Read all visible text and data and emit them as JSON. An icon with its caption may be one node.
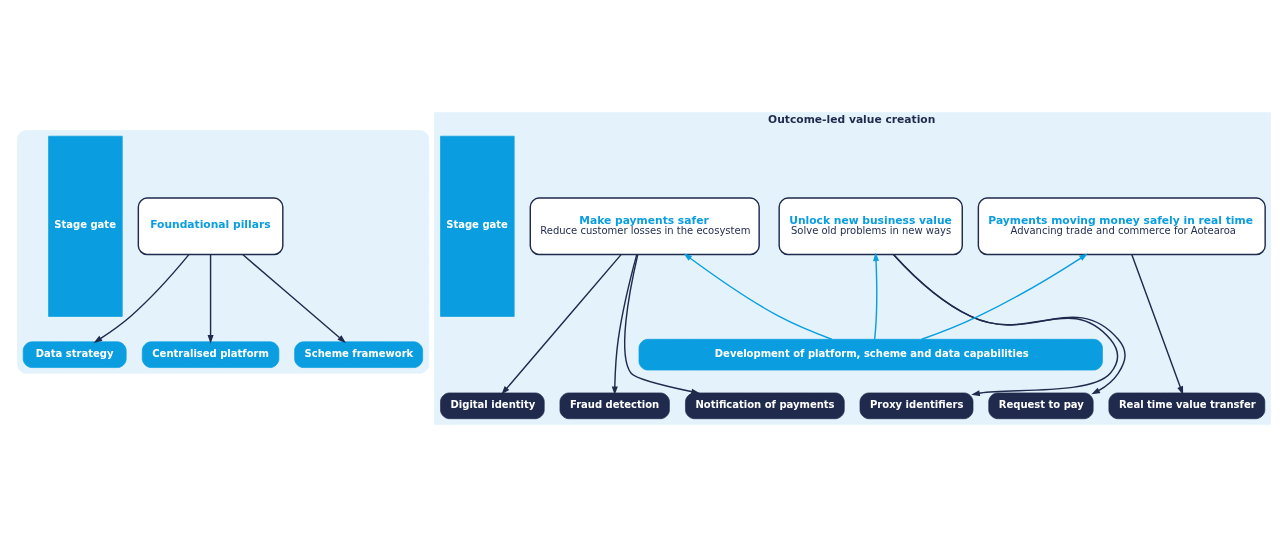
{
  "diagram": {
    "nodes": [
      {
        "text": [],
        "shape": "box"
      },
      {
        "text": [
          "Stage gate"
        ],
        "in": 0
      },
      {
        "text": [
          "Foundational pillars"
        ],
        "in": 0
      },
      {
        "text": [
          "Centralised platform"
        ],
        "in": 0
      },
      {
        "text": [
          "Scheme framework"
        ],
        "in": 0
      },
      {
        "text": [
          "Data strategy"
        ],
        "in": 0
      },
      {
        "text": [
          "Outcome-led value creation"
        ]
      },
      {
        "text": [
          "Stage gate"
        ],
        "in": 6
      },
      {
        "text": [
          "Make payments safer",
          "Reduce customer losses in the ecosystem"
        ],
        "in": 6
      },
      {
        "text": [
          "Unlock new business value",
          "Solve old problems in new ways"
        ],
        "in": 6
      },
      {
        "text": [
          "Payments moving money safely in real time",
          "Advancing trade and commerce for Aotearoa"
        ],
        "in": 6
      },
      {
        "text": [
          "Development of platform, scheme and data capabilities"
        ],
        "in": 6
      },
      {
        "text": [
          "Fraud detection"
        ],
        "in": 6
      },
      {
        "text": [
          "Notification of payments"
        ],
        "in": 6
      },
      {
        "text": [
          "Digital identity"
        ],
        "in": 6
      },
      {
        "text": [
          "Proxy identifiers"
        ],
        "in": 6
      },
      {
        "text": [
          "Request to pay"
        ],
        "in": 6
      },
      {
        "text": [
          "Real time value transfer"
        ],
        "in": 6
      }
    ],
    "edges": [
      {
        "from": 2,
        "to": 3,
        "arrow": "to"
      },
      {
        "from": 2,
        "to": 4,
        "arrow": "to"
      },
      {
        "from": 2,
        "to": 5,
        "arrow": "to"
      },
      {
        "from": 11,
        "to": 8,
        "arrow": "to",
        "color": "#0a9ee0"
      },
      {
        "from": 11,
        "to": 9,
        "arrow": "to",
        "color": "#0a9ee0"
      },
      {
        "from": 11,
        "to": 10,
        "arrow": "to",
        "color": "#0a9ee0"
      },
      {
        "from": 8,
        "to": 12,
        "arrow": "to"
      },
      {
        "from": 8,
        "to": 13,
        "arrow": "to"
      },
      {
        "from": 8,
        "to": 14,
        "arrow": "to"
      },
      {
        "from": 9,
        "to": 15,
        "arrow": "to"
      },
      {
        "from": 9,
        "to": 16,
        "arrow": "to"
      },
      {
        "from": 10,
        "to": 17,
        "arrow": "to"
      }
    ]
  }
}
